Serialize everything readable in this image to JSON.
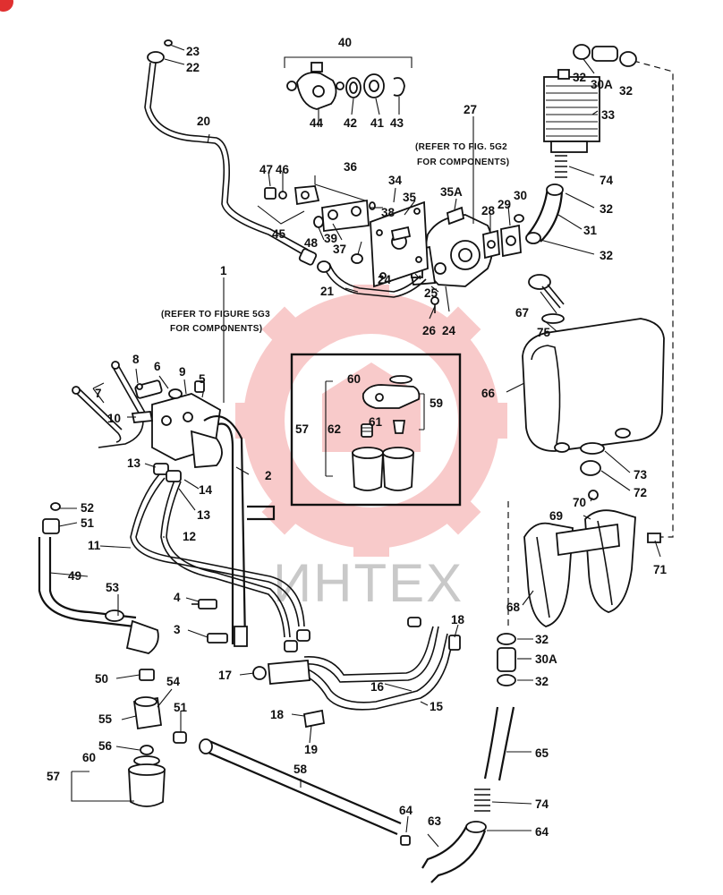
{
  "diagram": {
    "notes": {
      "fig_5g2": [
        "(REFER TO FIG. 5G2",
        "FOR COMPONENTS)"
      ],
      "fig_5g3": [
        "(REFER TO FIGURE 5G3",
        "FOR COMPONENTS)"
      ]
    },
    "watermark": "ИНТЕХ",
    "colors": {
      "line": "#111111",
      "watermark_red": "#f4a0a0",
      "watermark_grey": "#c9c9c9",
      "corner_badge": "#e03030"
    },
    "labels": [
      "1",
      "2",
      "3",
      "4",
      "5",
      "6",
      "7",
      "8",
      "9",
      "10",
      "11",
      "12",
      "13",
      "13",
      "14",
      "15",
      "16",
      "17",
      "18",
      "18",
      "19",
      "20",
      "21",
      "22",
      "23",
      "24",
      "24",
      "25",
      "26",
      "27",
      "28",
      "29",
      "30",
      "30A",
      "30A",
      "31",
      "32",
      "32",
      "32",
      "32",
      "32",
      "32",
      "33",
      "34",
      "35",
      "35A",
      "36",
      "37",
      "38",
      "39",
      "40",
      "41",
      "42",
      "43",
      "44",
      "45",
      "46",
      "47",
      "48",
      "49",
      "50",
      "51",
      "51",
      "52",
      "53",
      "54",
      "55",
      "56",
      "57",
      "57",
      "58",
      "59",
      "60",
      "60",
      "61",
      "62",
      "63",
      "64",
      "64",
      "65",
      "66",
      "67",
      "68",
      "69",
      "70",
      "71",
      "72",
      "73",
      "74",
      "74",
      "75"
    ]
  }
}
